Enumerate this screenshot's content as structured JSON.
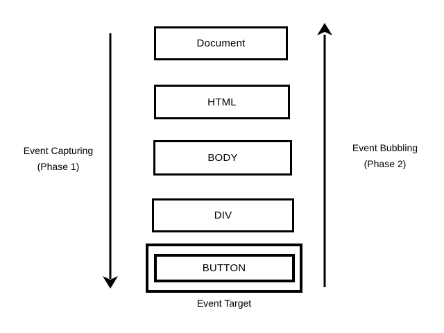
{
  "diagram": {
    "title_semantic": "DOM event flow phases diagram",
    "nodes": [
      {
        "label": "Document"
      },
      {
        "label": "HTML"
      },
      {
        "label": "BODY"
      },
      {
        "label": "DIV"
      },
      {
        "label": "BUTTON"
      }
    ],
    "button_caption": "Event Target",
    "capturing": {
      "line1": "Event Capturing",
      "line2": "(Phase 1)"
    },
    "bubbling": {
      "line1": "Event Bubbling",
      "line2": "(Phase 2)"
    },
    "colors": {
      "stroke": "#000000",
      "background": "#ffffff",
      "text": "#000000"
    }
  }
}
